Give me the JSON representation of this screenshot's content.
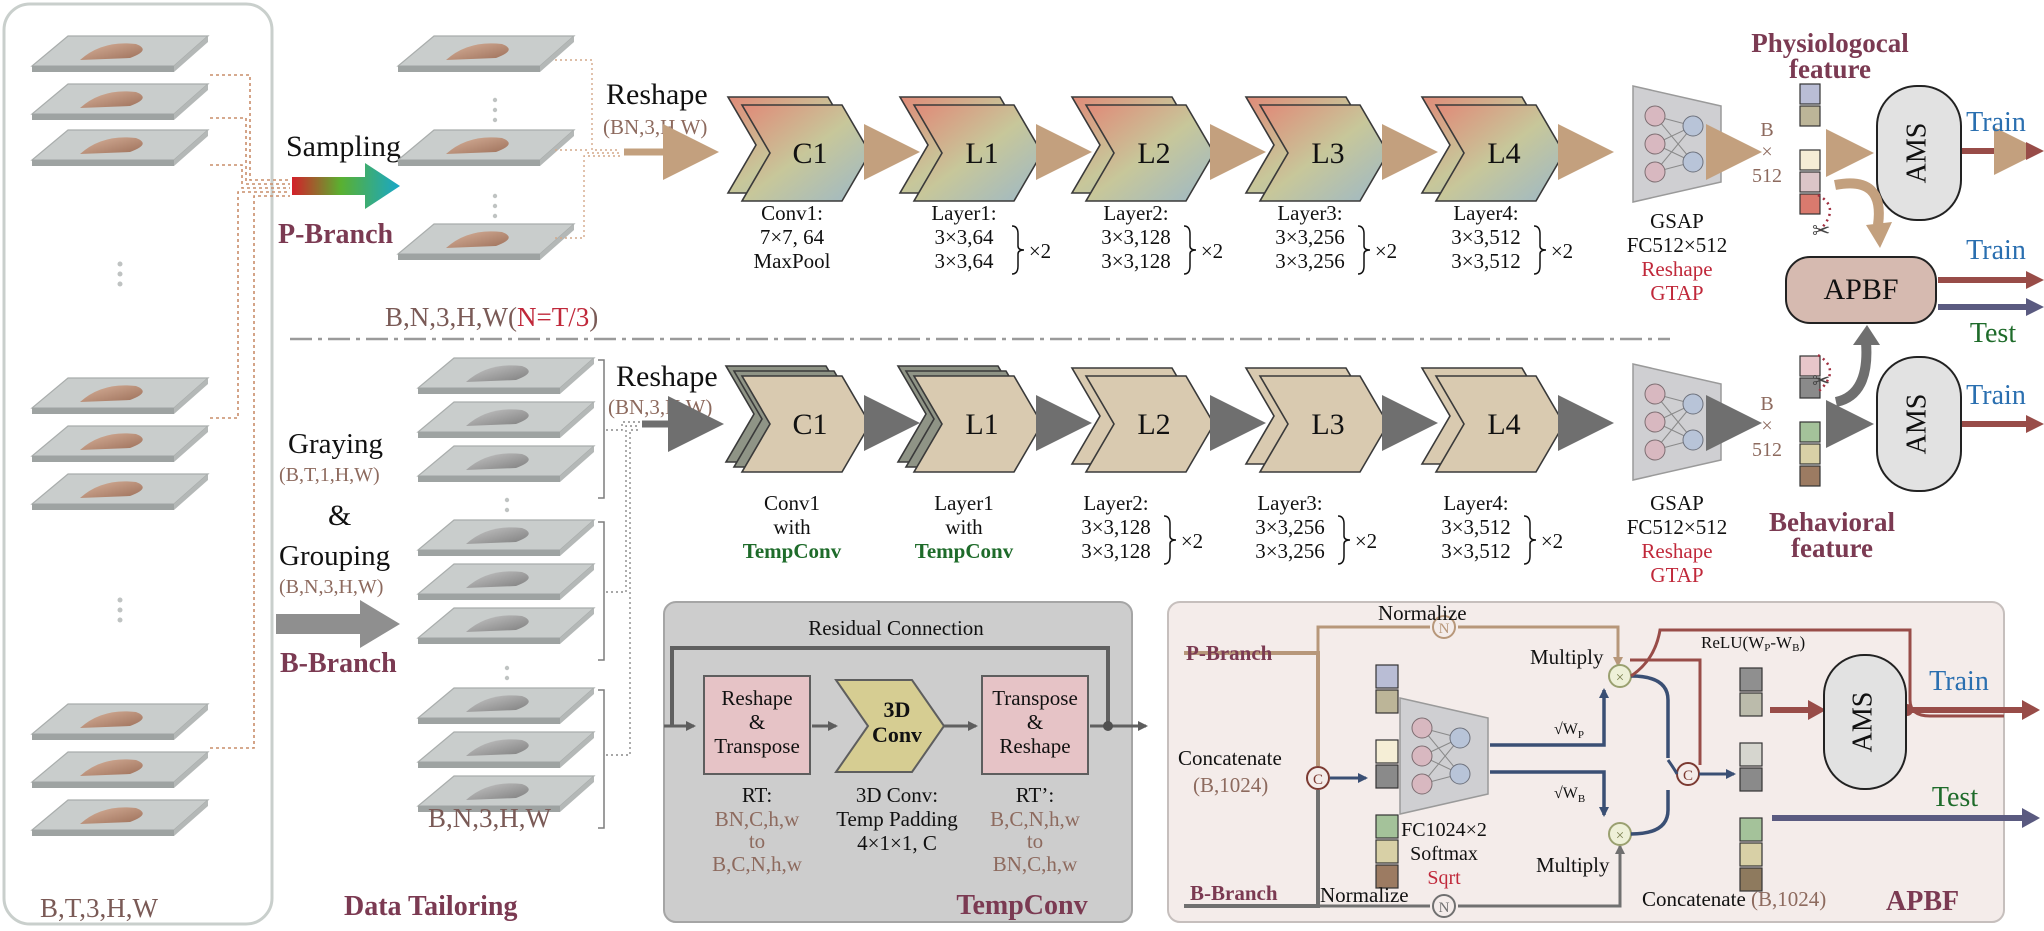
{
  "colors": {
    "maroon": "#7b3a52",
    "red": "#c0283a",
    "blue": "#2a6fb0",
    "green": "#1e6b2a",
    "brown": "#8d6a5e",
    "tan_arrow": "#c3a07e",
    "gray_arrow": "#6f6f6f",
    "dark_arrow": "#984c48",
    "navy_arrow": "#5a5a80"
  },
  "input_col": {
    "label": "B,T,3,H,W"
  },
  "top": {
    "sampling": "Sampling",
    "p_branch": "P-Branch",
    "shape_prefix": "B,N,3,H,W(",
    "shape_red": "N=T/3",
    "shape_suffix": ")",
    "reshape": "Reshape",
    "reshape_shape": "(BN,3,H,W)",
    "blocks": [
      "C1",
      "L1",
      "L2",
      "L3",
      "L4"
    ],
    "conv1": [
      "Conv1:",
      "7×7, 64",
      "MaxPool"
    ],
    "layer1": [
      "Layer1:",
      "3×3,64",
      "3×3,64"
    ],
    "layer2": [
      "Layer2:",
      "3×3,128",
      "3×3,128"
    ],
    "layer3": [
      "Layer3:",
      "3×3,256",
      "3×3,256"
    ],
    "layer4": [
      "Layer4:",
      "3×3,512",
      "3×3,512"
    ],
    "times2": "×2",
    "gsap": "GSAP",
    "fc": "FC512×512",
    "reshape_red": "Reshape",
    "gtap": "GTAP",
    "phys_feature": [
      "Physiologocal",
      "feature"
    ],
    "b_x_512": [
      "B",
      "×",
      "512"
    ]
  },
  "bottom": {
    "graying": "Graying",
    "graying_shape": "(B,T,1,H,W)",
    "amp": "&",
    "grouping": "Grouping",
    "grouping_shape": "(B,N,3,H,W)",
    "b_branch": "B-Branch",
    "shape": "B,N,3,H,W",
    "data_tailoring": "Data Tailoring",
    "reshape": "Reshape",
    "reshape_shape": "(BN,3,H,W)",
    "conv1": [
      "Conv1",
      "with",
      "TempConv"
    ],
    "layer1": [
      "Layer1",
      "with",
      "TempConv"
    ],
    "layer2": [
      "Layer2:",
      "3×3,128",
      "3×3,128"
    ],
    "layer3": [
      "Layer3:",
      "3×3,256",
      "3×3,256"
    ],
    "layer4": [
      "Layer4:",
      "3×3,512",
      "3×3,512"
    ],
    "beh_feature": [
      "Behavioral",
      "feature"
    ]
  },
  "right": {
    "ams": "AMS",
    "apbf": "APBF",
    "train": "Train",
    "test": "Test"
  },
  "tempconv": {
    "residual": "Residual  Connection",
    "box1": [
      "Reshape",
      "&",
      "Transpose"
    ],
    "box2": [
      "3D",
      "Conv"
    ],
    "box3": [
      "Transpose",
      "&",
      "Reshape"
    ],
    "rt": [
      "RT:",
      "BN,C,h,w",
      "to",
      "B,C,N,h,w"
    ],
    "conv3d": [
      "3D Conv:",
      "Temp Padding",
      "4×1×1, C"
    ],
    "rt2": [
      "RT’:",
      "B,C,N,h,w",
      "to",
      "BN,C,h,w"
    ],
    "title": "TempConv"
  },
  "apbf_panel": {
    "normalize": "Normalize",
    "p_branch": "P-Branch",
    "b_branch": "B-Branch",
    "concatenate": "Concatenate",
    "concat_shape": "(B,1024)",
    "multiply": "Multiply",
    "relu": "ReLU(W",
    "relu_p": "P",
    "relu_mid": "-W",
    "relu_b": "B",
    "relu_end": ")",
    "sqrt_wp": "W",
    "sqrt_wp_sub": "P",
    "sqrt_wb": "W",
    "sqrt_wb_sub": "B",
    "fc": "FC1024×2",
    "softmax": "Softmax",
    "sqrt": "Sqrt",
    "concat_out": "Concatenate",
    "concat_out_shape": "(B,1024)",
    "title": "APBF",
    "c_symbol": "C",
    "n_symbol": "N",
    "x_symbol": "×"
  }
}
